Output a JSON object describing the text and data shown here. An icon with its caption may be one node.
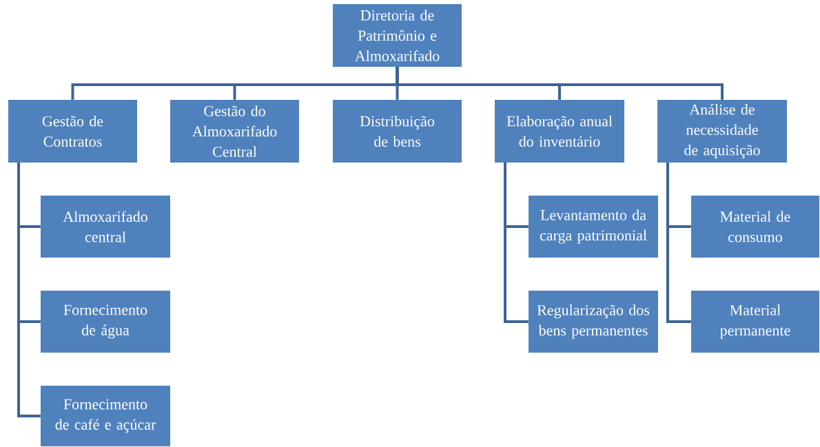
{
  "diagram": {
    "nodes": [
      {
        "text": [
          "Diretoria de Patrimônio e Almoxarifado"
        ]
      },
      {
        "text": [
          "Gestão de Contratos"
        ]
      },
      {
        "text": [
          "Gestão do Almoxarifado Central"
        ]
      },
      {
        "text": [
          "Distribuição de bens"
        ]
      },
      {
        "text": [
          "Elaboração anual do inventário"
        ]
      },
      {
        "text": [
          "Análise de necessidade de aquisição"
        ]
      },
      {
        "text": [
          "Almoxarifado central"
        ]
      },
      {
        "text": [
          "Fornecimento de água"
        ]
      },
      {
        "text": [
          "Fornecimento de café e açúcar"
        ]
      },
      {
        "text": [
          "Levantamento da carga patrimonial"
        ]
      },
      {
        "text": [
          "Regularização dos bens permanentes"
        ]
      },
      {
        "text": [
          "Material de consumo"
        ]
      },
      {
        "text": [
          "Material permanente"
        ]
      }
    ],
    "edges": [
      {
        "from": 0,
        "to": 1,
        "arrow": "none"
      },
      {
        "from": 0,
        "to": 2,
        "arrow": "none"
      },
      {
        "from": 0,
        "to": 3,
        "arrow": "none"
      },
      {
        "from": 0,
        "to": 4,
        "arrow": "none"
      },
      {
        "from": 0,
        "to": 5,
        "arrow": "none"
      },
      {
        "from": 1,
        "to": 6,
        "arrow": "none"
      },
      {
        "from": 1,
        "to": 7,
        "arrow": "none"
      },
      {
        "from": 1,
        "to": 8,
        "arrow": "none"
      },
      {
        "from": 4,
        "to": 9,
        "arrow": "none"
      },
      {
        "from": 4,
        "to": 10,
        "arrow": "none"
      },
      {
        "from": 5,
        "to": 11,
        "arrow": "none"
      },
      {
        "from": 5,
        "to": 12,
        "arrow": "none"
      }
    ]
  }
}
